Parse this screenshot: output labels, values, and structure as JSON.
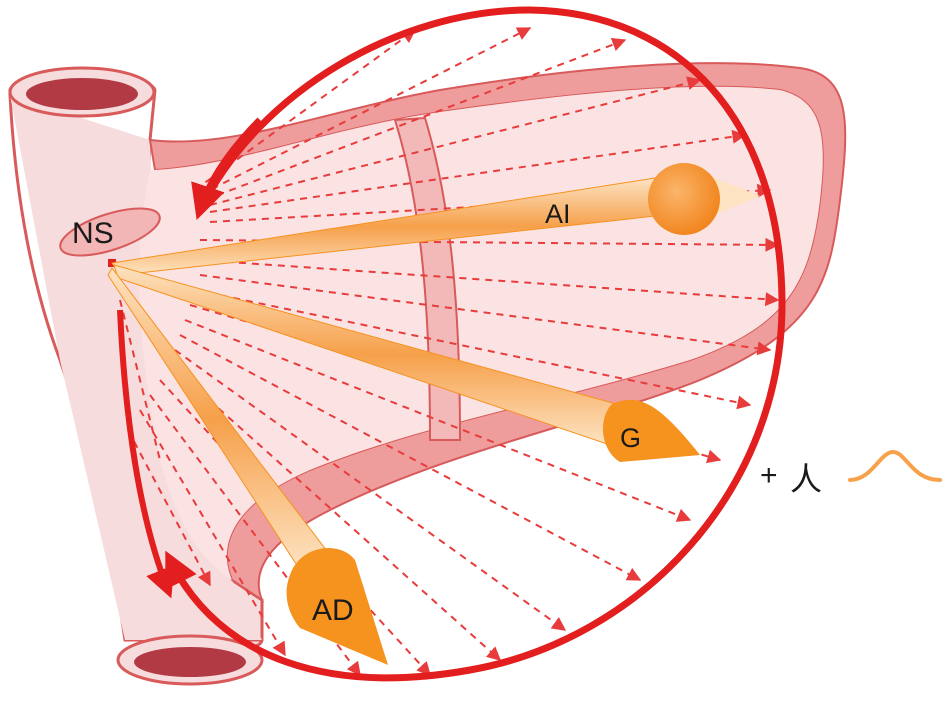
{
  "labels": {
    "ns": "NS",
    "ai": "AI",
    "g": "G",
    "ad": "AD",
    "plus_sign": "+",
    "inflection_glyph": "人"
  },
  "colors": {
    "vessel_fill": "#f6dcdc",
    "vessel_outline": "#d85a5a",
    "vessel_lumen": "#b13a44",
    "heart_wall": "#ef9c9c",
    "heart_inner": "#fbe3e3",
    "circle_red": "#e31e1e",
    "beam_orange": "#f6921e",
    "beam_light": "#fde3c2",
    "pulse_wave": "#f7a24a",
    "dashed_arrow": "#e83b3b"
  },
  "icons": {
    "ai_marker": "round-ball-arrowhead",
    "g_marker": "triangle-arrowhead",
    "ad_marker": "triangle-arrowhead",
    "pulse": "bell-wave-icon"
  }
}
